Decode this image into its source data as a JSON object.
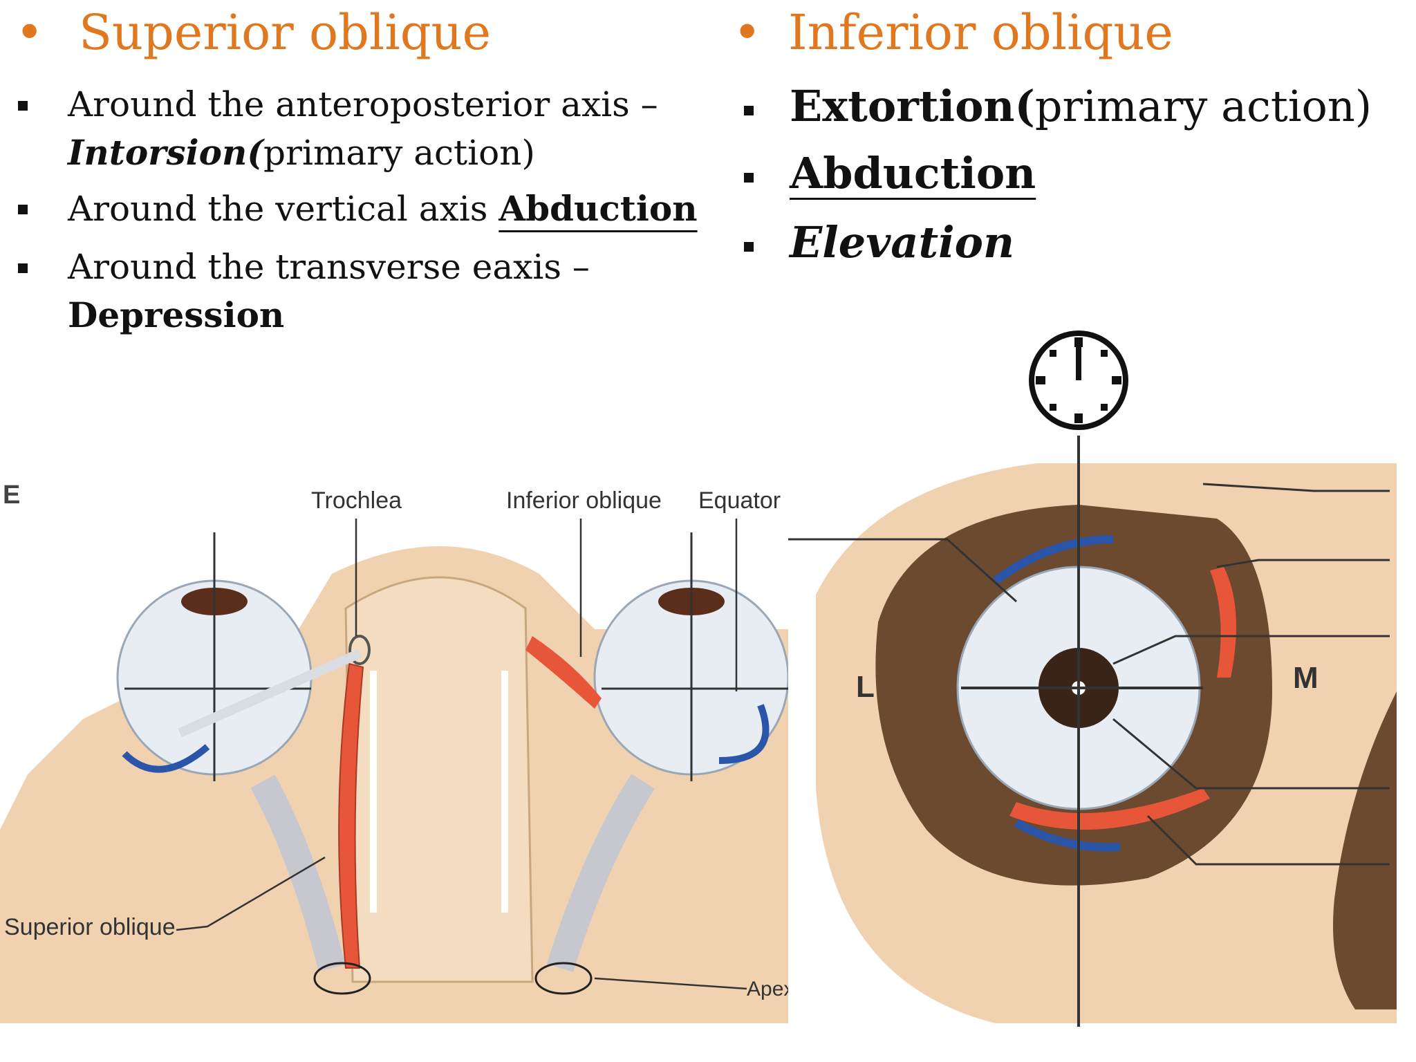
{
  "left": {
    "bullet": "•",
    "heading": "Superior oblique",
    "items": [
      {
        "line1": "Around the anteroposterior axis –",
        "emph": "Intorsion(",
        "rest": "primary action)"
      },
      {
        "prefix": "Around the  vertical  axis ",
        "emph": "Abduction"
      },
      {
        "line1": "Around the transverse  eaxis –",
        "emph": "Depression"
      }
    ]
  },
  "right": {
    "bullet": "•",
    "heading": "Inferior oblique",
    "items": [
      {
        "emph": "Extortion(",
        "rest": "primary action)"
      },
      {
        "emph": "Abduction"
      },
      {
        "emph": "Elevation"
      }
    ]
  },
  "figure_left": {
    "corner_letter": "E",
    "labels": {
      "trochlea": "Trochlea",
      "inferior_oblique": "Inferior oblique",
      "equator": "Equator",
      "superior_oblique": "Superior oblique",
      "apex": "Apex"
    }
  },
  "figure_right": {
    "side_left": "L",
    "side_right": "M"
  },
  "colors": {
    "heading": "#e07820",
    "muscle": "#e8563a",
    "arrow": "#2a55a8",
    "orbit_dark": "#6b4a30",
    "skin": "#f0d2b0"
  }
}
